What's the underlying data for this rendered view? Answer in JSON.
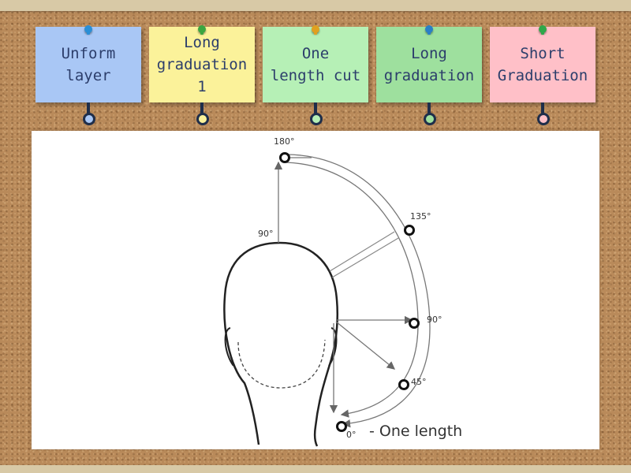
{
  "cards": [
    {
      "line1": "Unform",
      "line2": "layer",
      "color": "#a9c7f5",
      "pin_color": "#2a8fd6",
      "dot_fill": "#a9c7f5"
    },
    {
      "line1": "Long",
      "line2": "graduation 1",
      "color": "#fbf29a",
      "pin_color": "#3aa640",
      "dot_fill": "#fbf29a"
    },
    {
      "line1": "One",
      "line2": "length cut",
      "color": "#b6f0b6",
      "pin_color": "#e0a020",
      "dot_fill": "#b6f0b6"
    },
    {
      "line1": "Long",
      "line2": "graduation",
      "color": "#9ee09e",
      "pin_color": "#2a7fc6",
      "dot_fill": "#9ee09e"
    },
    {
      "line1": "Short",
      "line2": "Graduation",
      "color": "#ffc0c8",
      "pin_color": "#2ea84a",
      "dot_fill": "#ffc0c8"
    }
  ],
  "diagram": {
    "labels": {
      "deg_180": "180°",
      "deg_90_top": "90°",
      "deg_135": "135°",
      "deg_90_side": "90°",
      "deg_45": "45°",
      "deg_0": "0°"
    },
    "caption": "- One length"
  }
}
